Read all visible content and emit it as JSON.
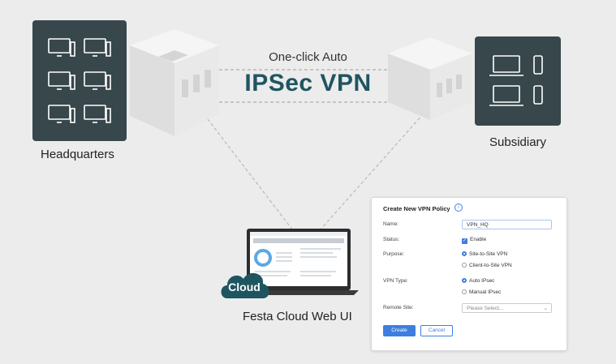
{
  "diagram": {
    "headline_top": "One-click Auto",
    "headline_main": "IPSec VPN",
    "nodes": {
      "headquarters": "Headquarters",
      "subsidiary": "Subsidiary",
      "web_ui": "Festa Cloud Web UI",
      "cloud_badge": "Cloud"
    },
    "colors": {
      "device_box": "#37474b",
      "accent": "#1f5560",
      "primary_button": "#3e7ee0"
    },
    "icons": [
      "desktop-icon",
      "laptop-icon",
      "phone-icon",
      "building-icon",
      "cloud-icon",
      "info-icon"
    ]
  },
  "form": {
    "title": "Create New VPN Policy",
    "name_label": "Name:",
    "name_value": "VPN_HQ",
    "status_label": "Status:",
    "status_option": "Enable",
    "purpose_label": "Purpose:",
    "purpose_options": [
      "Site-to-Site VPN",
      "Client-to-Site VPN"
    ],
    "purpose_selected": "Site-to-Site VPN",
    "vpn_type_label": "VPN Type:",
    "vpn_type_options": [
      "Auto IPsec",
      "Manual IPsec"
    ],
    "vpn_type_selected": "Auto IPsec",
    "remote_site_label": "Remote Site:",
    "remote_site_placeholder": "Please Select...",
    "create_label": "Create",
    "cancel_label": "Cancel"
  }
}
